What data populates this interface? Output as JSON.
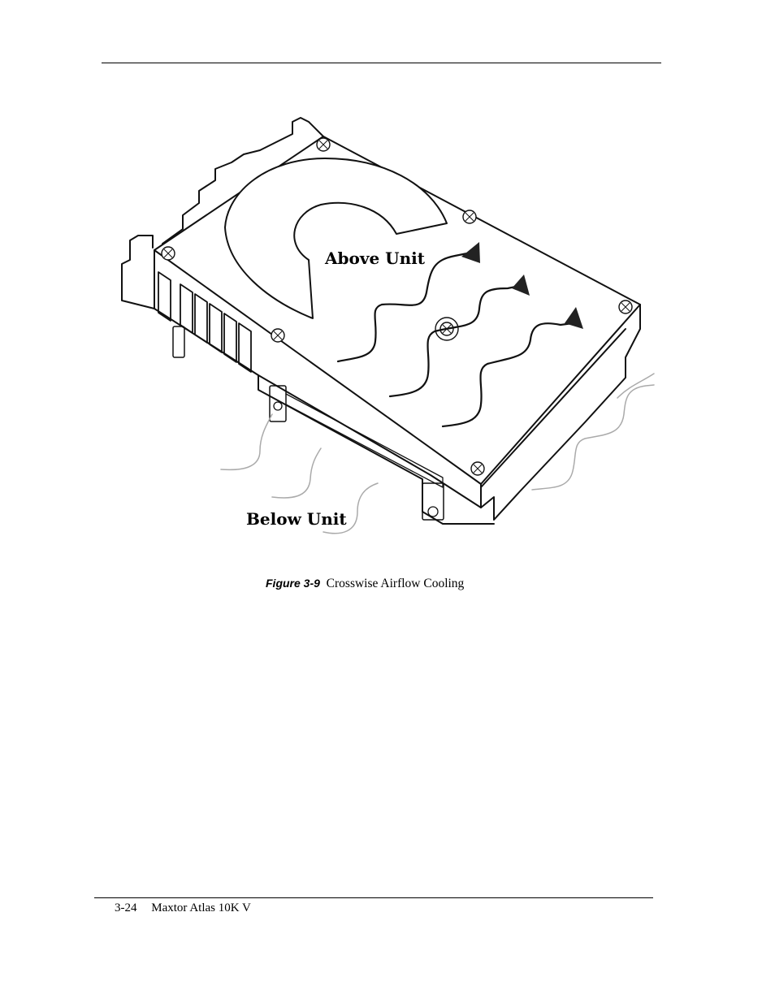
{
  "figure": {
    "label_above": "Above Unit",
    "label_below": "Below Unit",
    "caption_number": "Figure 3-9",
    "caption_text": "Crosswise Airflow Cooling"
  },
  "footer": {
    "page_number": "3-24",
    "doc_title": "Maxtor Atlas 10K V"
  }
}
